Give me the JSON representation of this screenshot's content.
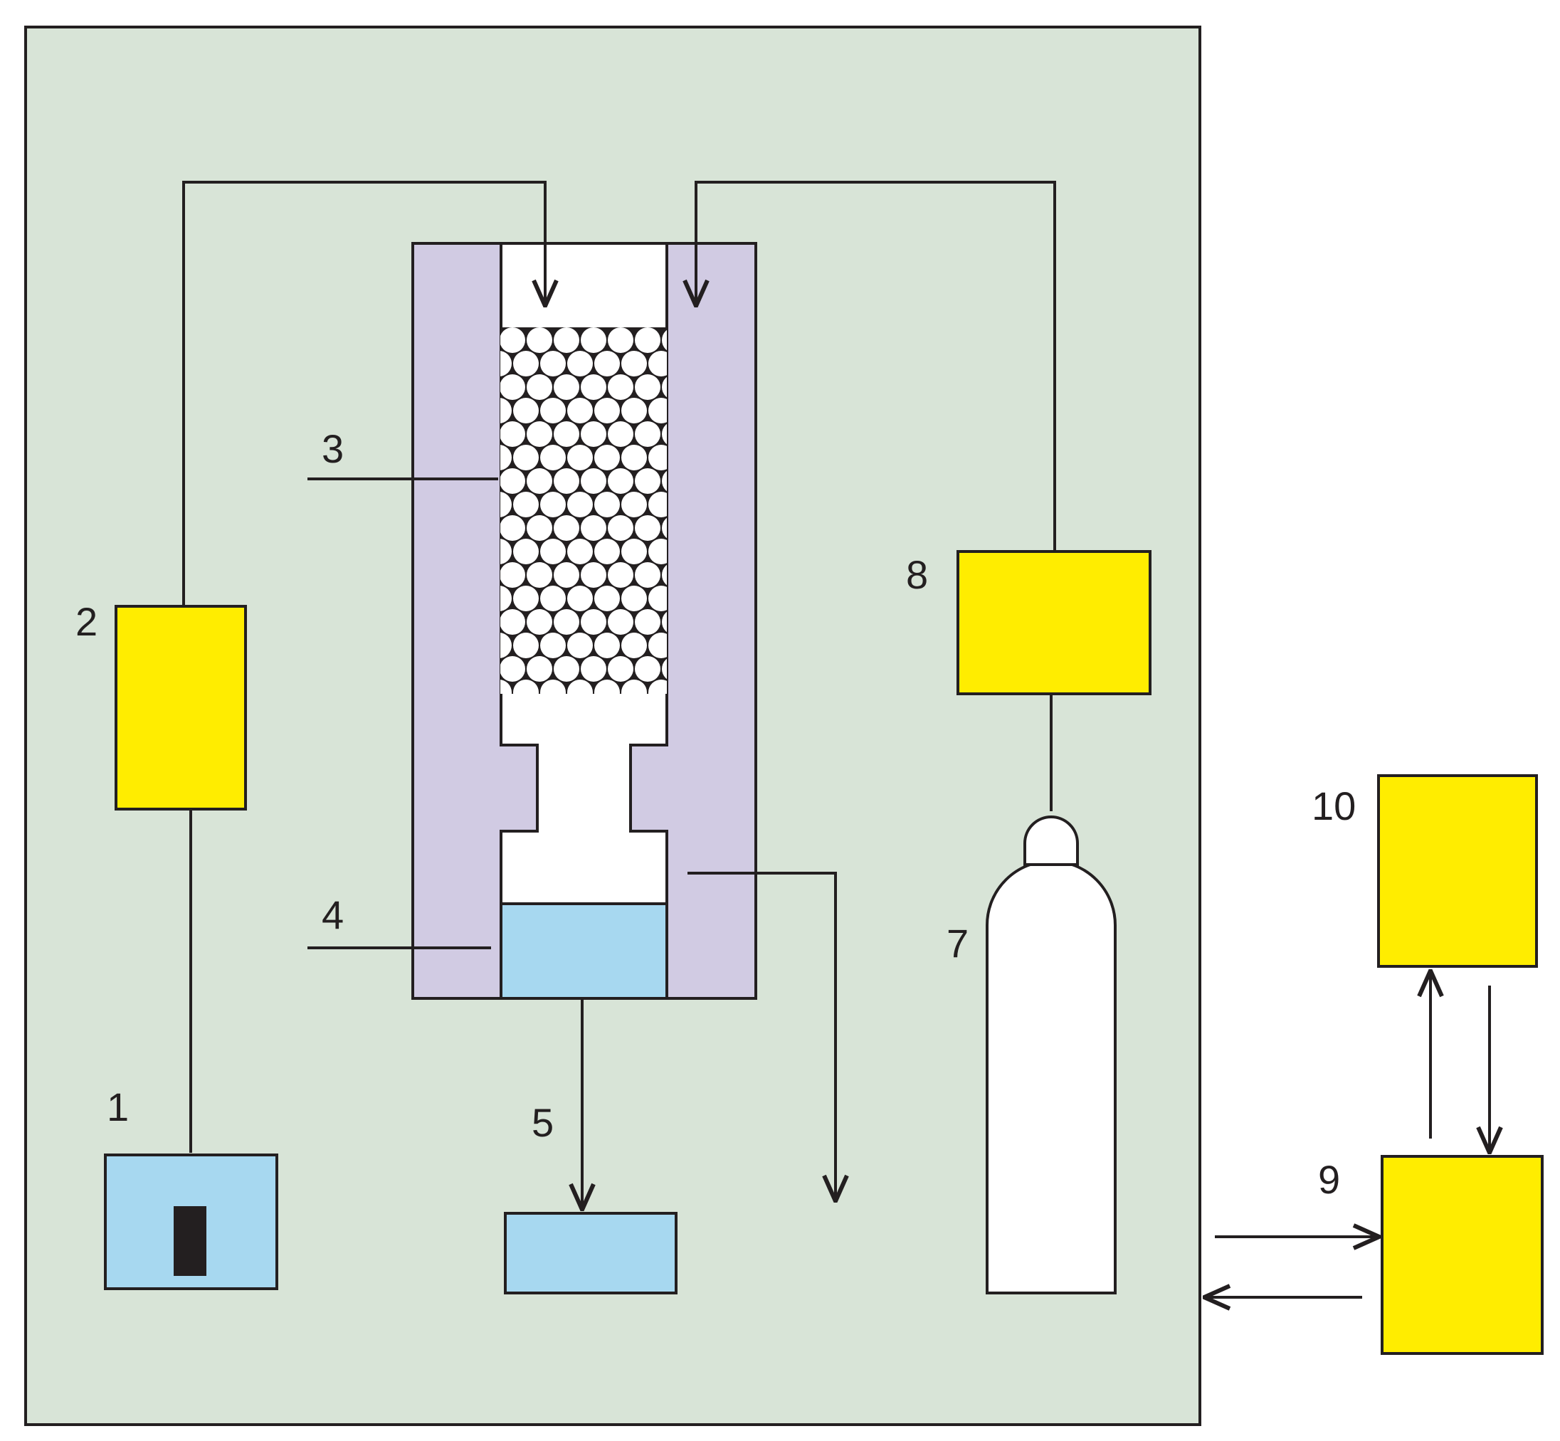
{
  "colors": {
    "background_panel": "#d8e4d7",
    "jacket": "#d1cbe3",
    "yellow_unit": "#ffed00",
    "liquid": "#a7d8f0",
    "white": "#ffffff",
    "line": "#231f20"
  },
  "labels": {
    "l1": "1",
    "l2": "2",
    "l3": "3",
    "l4": "4",
    "l5": "5",
    "l7": "7",
    "l8": "8",
    "l9": "9",
    "l10": "10"
  }
}
